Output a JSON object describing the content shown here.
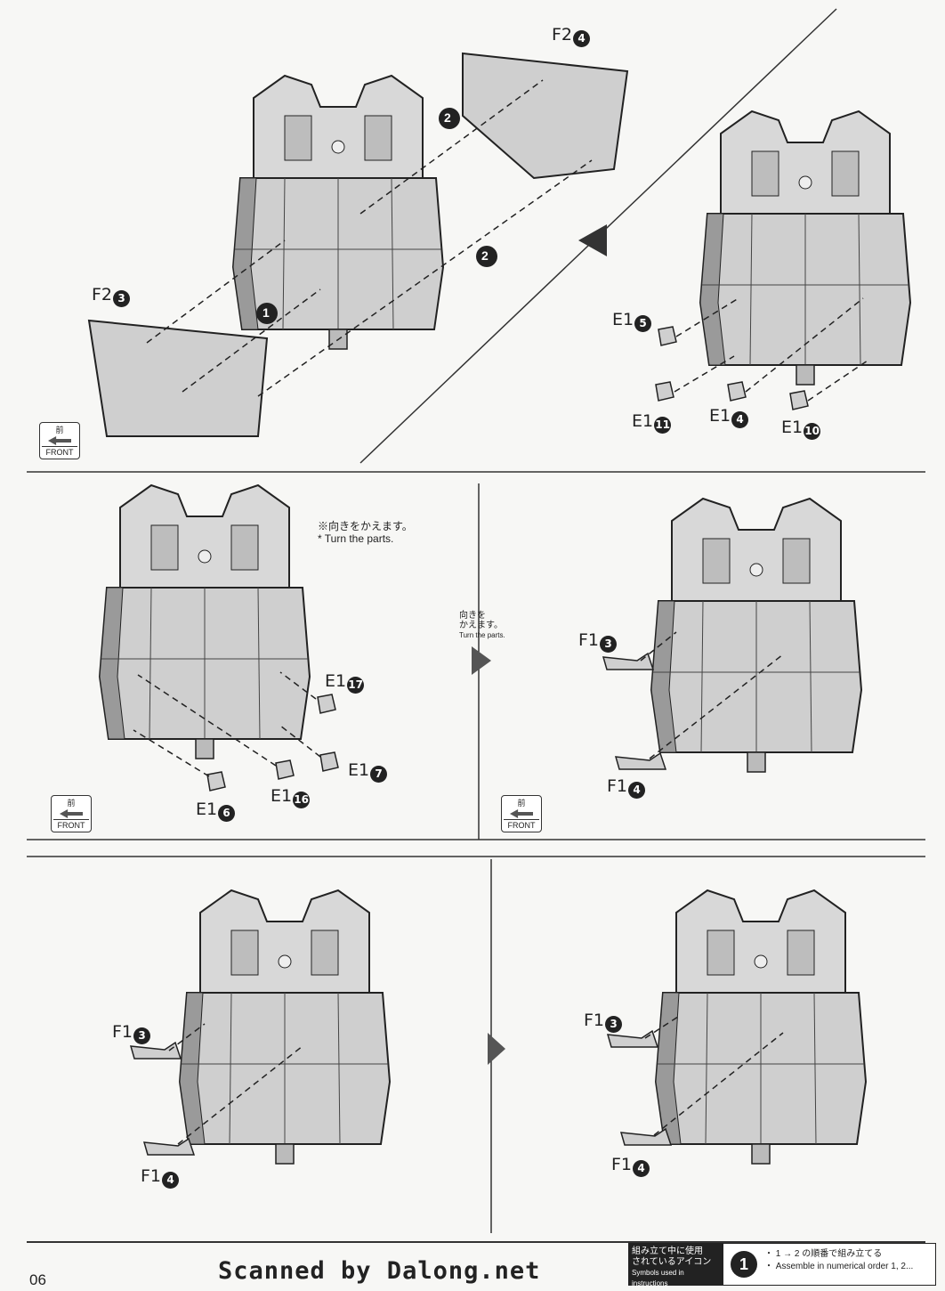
{
  "page": {
    "number": "06",
    "scan_credit": "Scanned by Dalong.net"
  },
  "front_badge": {
    "jp": "前",
    "en": "FRONT"
  },
  "panel1": {
    "parts": [
      {
        "label": "F2",
        "num": "4"
      },
      {
        "label": "F2",
        "num": "3"
      }
    ],
    "steps": [
      "2",
      "2",
      "1"
    ]
  },
  "panel2": {
    "parts": [
      {
        "label": "E1",
        "num": "5"
      },
      {
        "label": "E1",
        "num": "11"
      },
      {
        "label": "E1",
        "num": "4"
      },
      {
        "label": "E1",
        "num": "10"
      }
    ]
  },
  "panel3": {
    "note_jp": "※向きをかえます。",
    "note_en": "* Turn the parts.",
    "parts": [
      {
        "label": "E1",
        "num": "17"
      },
      {
        "label": "E1",
        "num": "7"
      },
      {
        "label": "E1",
        "num": "16"
      },
      {
        "label": "E1",
        "num": "6"
      }
    ]
  },
  "turn_note": {
    "jp1": "向きを",
    "jp2": "かえます。",
    "en": "Turn the parts."
  },
  "panel4": {
    "parts": [
      {
        "label": "F1",
        "num": "3"
      },
      {
        "label": "F1",
        "num": "4"
      }
    ]
  },
  "panel5": {
    "parts": [
      {
        "label": "F1",
        "num": "3"
      },
      {
        "label": "F1",
        "num": "4"
      }
    ]
  },
  "panel6": {
    "parts": [
      {
        "label": "F1",
        "num": "3"
      },
      {
        "label": "F1",
        "num": "4"
      }
    ]
  },
  "legend": {
    "title_1": "組み立て中に使用",
    "title_2": "されているアイコン",
    "title_en": "Symbols used in instructions",
    "icon": "1",
    "line1_jp": "・ 1 → 2 の順番で組み立てる",
    "line2_en": "・ Assemble in numerical order 1, 2..."
  },
  "colors": {
    "part_fill": "#d2d2d2",
    "part_dark": "#8a8a8a",
    "outline": "#222222",
    "page": "#f7f7f5"
  }
}
